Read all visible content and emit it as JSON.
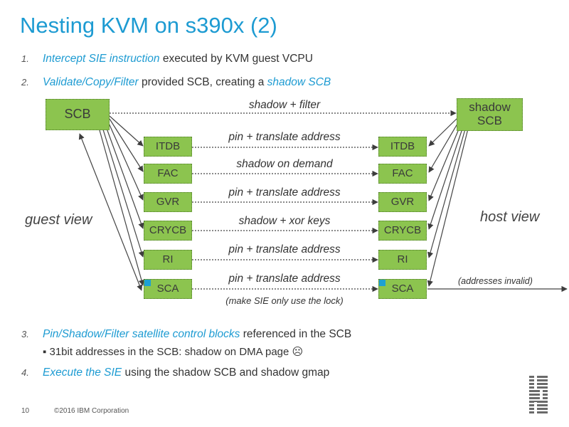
{
  "title": "Nesting KVM on s390x (2)",
  "steps": [
    {
      "num": "1.",
      "highlight": "Intercept SIE instruction",
      "rest": " executed by KVM guest VCPU"
    },
    {
      "num": "2.",
      "highlight": "Validate/Copy/Filter",
      "rest": " provided SCB, creating a ",
      "highlight2": "shadow SCB"
    },
    {
      "num": "3.",
      "highlight": "Pin/Shadow/Filter satellite control blocks",
      "rest": " referenced in the SCB"
    },
    {
      "num": "4.",
      "highlight": "Execute the SIE",
      "rest": " using the shadow SCB and shadow gmap"
    }
  ],
  "sub_bullet": "▪ 31bit addresses in the SCB: shadow on DMA page ☹",
  "diagram": {
    "scb": "SCB",
    "shadow_scb_line1": "shadow",
    "shadow_scb_line2": "SCB",
    "scb_arrow_label": "shadow + filter",
    "blocks": [
      "ITDB",
      "FAC",
      "GVR",
      "CRYCB",
      "RI",
      "SCA"
    ],
    "block_labels": [
      "pin + translate address",
      "shadow on demand",
      "pin + translate address",
      "shadow + xor keys",
      "pin + translate address",
      "pin + translate address"
    ],
    "sca_note": "(make SIE only use the lock)",
    "addresses_invalid": "(addresses invalid)",
    "guest_view": "guest view",
    "host_view": "host view"
  },
  "footer": {
    "page": "10",
    "copyright": "©2016 IBM Corporation"
  },
  "colors": {
    "accent": "#1d9bd2",
    "box_fill": "#8cc44f",
    "box_border": "#4d7a26",
    "marker": "#1da1d4"
  },
  "icons": {
    "logo": "ibm-logo"
  }
}
